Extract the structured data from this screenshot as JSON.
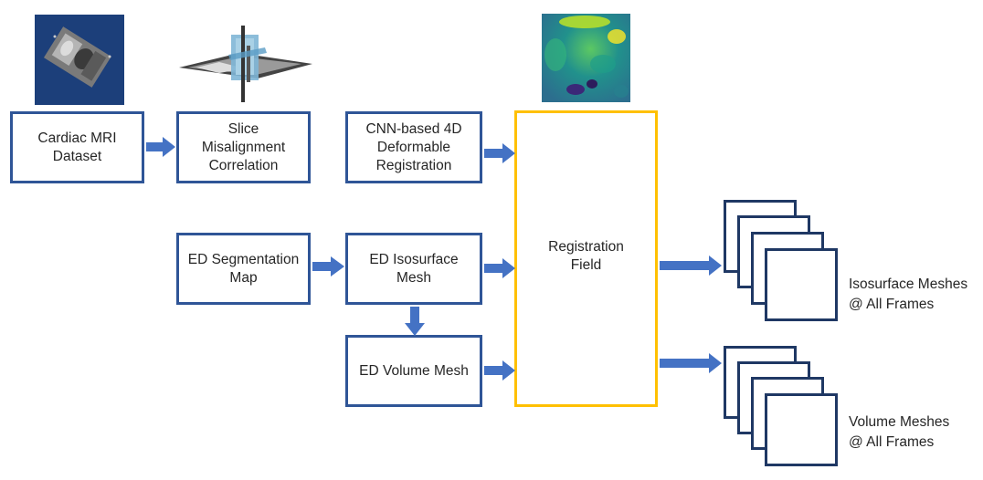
{
  "boxes": {
    "cardiac_mri": "Cardiac MRI\nDataset",
    "slice_misalignment": "Slice\nMisalignment\nCorrelation",
    "cnn_registration": "CNN-based 4D\nDeformable\nRegistration",
    "ed_segmentation": "ED Segmentation\nMap",
    "ed_isosurface": "ED Isosurface\nMesh",
    "ed_volume": "ED Volume Mesh",
    "registration_field": "Registration\nField"
  },
  "outputs": {
    "isosurface_meshes": "Isosurface Meshes\n@ All Frames",
    "volume_meshes": "Volume Meshes\n@ All Frames"
  },
  "colors": {
    "box_border": "#2f5597",
    "highlight_border": "#ffc000",
    "arrow": "#4472c4",
    "stack_border": "#1f3864"
  },
  "icons": [
    "mri-slice-thumbnail",
    "misaligned-slices-thumbnail",
    "registration-field-heatmap"
  ]
}
